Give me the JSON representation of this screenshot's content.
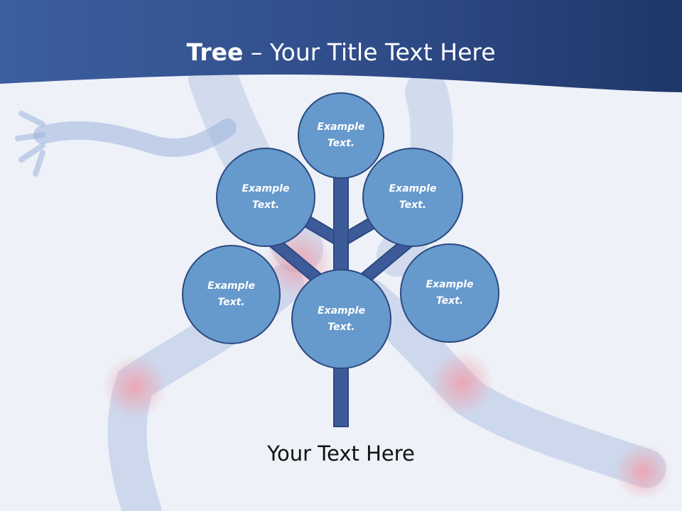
{
  "slide": {
    "title_bold": "Tree",
    "title_rest": " – Your Title Text Here",
    "caption": "Your Text Here",
    "nodes": [
      {
        "label": "Example\nText."
      },
      {
        "label": "Example\nText."
      },
      {
        "label": "Example\nText."
      },
      {
        "label": "Example\nText."
      },
      {
        "label": "Example\nText."
      },
      {
        "label": "Example\nText."
      }
    ]
  },
  "colors": {
    "header": "#3a5a9a",
    "node_fill": "#6699cc",
    "node_border": "#2c4a80",
    "trunk": "#3d5a99"
  }
}
